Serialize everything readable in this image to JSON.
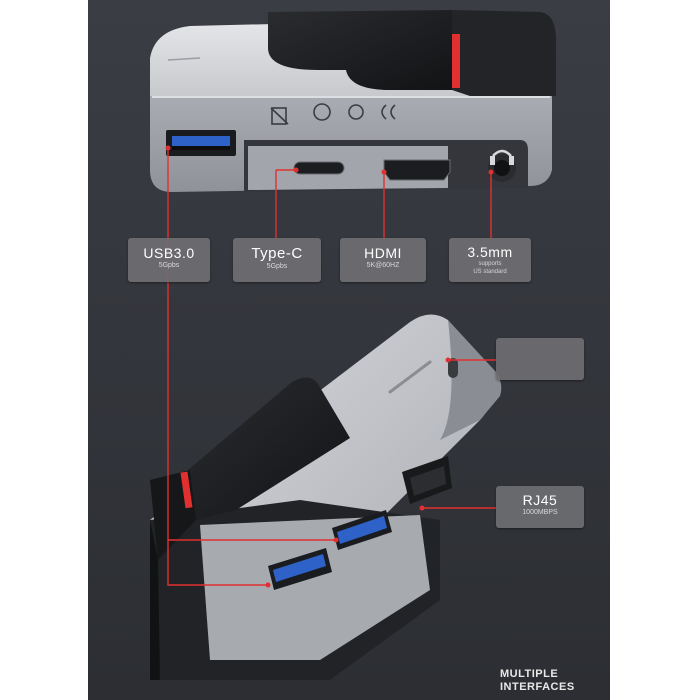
{
  "labels": {
    "usb": {
      "name": "USB3.0",
      "spec": "5Gpbs"
    },
    "typec": {
      "name": "Type-C",
      "spec": "5Gpbs"
    },
    "hdmi": {
      "name": "HDMI",
      "spec": "5K@60HZ"
    },
    "jack": {
      "name": "3.5mm",
      "spec1": "supports",
      "spec2": "US standard"
    },
    "rj45": {
      "name": "RJ45",
      "spec": "1000MBPS"
    }
  },
  "caption": {
    "line1": "MULTIPLE",
    "line2": "INTERFACES"
  },
  "colors": {
    "accent": "#e23030",
    "housing": "#b9bcc2",
    "dark": "#1b1c1f",
    "panel": "#34373d"
  }
}
